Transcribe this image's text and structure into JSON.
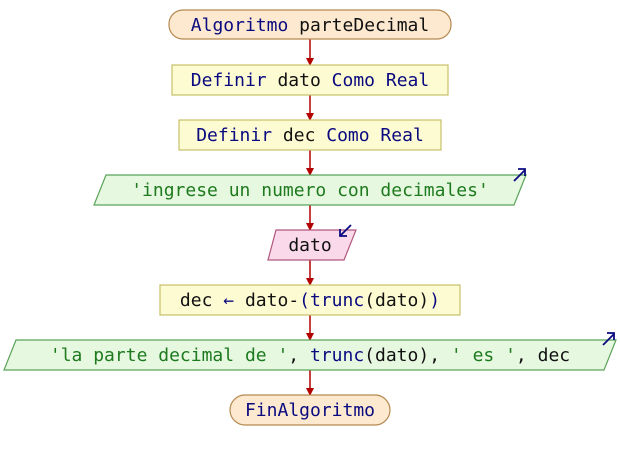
{
  "colors": {
    "terminal_fill": "#fce9cf",
    "terminal_stroke": "#b5894f",
    "process_fill": "#fdfbd2",
    "process_stroke": "#c7c06a",
    "output_fill": "#e6f8e0",
    "output_stroke": "#5aa35a",
    "input_fill": "#f9d9ea",
    "input_stroke": "#b0577e",
    "arrow": "#b30000",
    "keyword": "#0a0a80",
    "string": "#1e7a1e"
  },
  "nodes": {
    "start": {
      "keyword": "Algoritmo",
      "name": "parteDecimal"
    },
    "def1": {
      "kw1": "Definir",
      "var": "dato",
      "kw2": "Como Real"
    },
    "def2": {
      "kw1": "Definir",
      "var": "dec",
      "kw2": "Como Real"
    },
    "out1": {
      "text": "'ingrese un numero con decimales'",
      "icon": "output-arrow-icon"
    },
    "in1": {
      "var": "dato",
      "icon": "input-arrow-icon"
    },
    "assign": {
      "target": "dec",
      "op": "←",
      "expr1": "dato-",
      "paren_open": "(",
      "fn": "trunc",
      "arg": "(dato)",
      "paren_close": ")"
    },
    "out2": {
      "s1": "'la parte decimal de '",
      "sep1": ", ",
      "fn": "trunc",
      "arg": "(dato)",
      "sep2": ", ",
      "s2": "' es '",
      "sep3": ", ",
      "var": "dec",
      "icon": "output-arrow-icon"
    },
    "end": {
      "keyword": "FinAlgoritmo"
    }
  }
}
